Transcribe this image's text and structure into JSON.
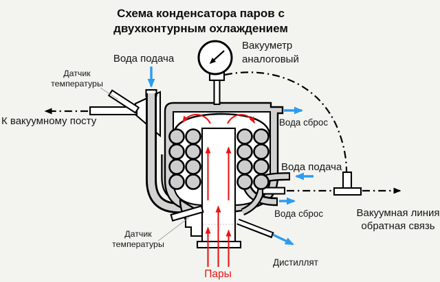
{
  "title": {
    "line1": "Схема конденсатора паров с",
    "line2": "двухконтурным охлаждением"
  },
  "labels": {
    "water_supply_top": "Вода подача",
    "temp_sensor_top_line1": "Датчик",
    "temp_sensor_top_line2": "температуры",
    "to_vacuum_station": "К вакуумному посту",
    "gauge_line1": "Вакууметр",
    "gauge_line2": "аналоговый",
    "water_drain_top": "Вода сброс",
    "water_supply_right": "Вода подача",
    "water_drain_right": "Вода сброс",
    "vacuum_line_line1": "Вакуумная линия",
    "vacuum_line_line2": "обратная связь",
    "distillate": "Дистиллят",
    "temp_sensor_bottom_line1": "Датчик",
    "temp_sensor_bottom_line2": "температуры",
    "vapors": "Пары"
  },
  "colors": {
    "accent_blue": "#2b9cf2",
    "accent_red": "#e91515",
    "pipe_gray": "#d2d2d2",
    "circle_gray": "#cdcdcd",
    "background": "#f3f4ef",
    "ink": "#000000"
  }
}
